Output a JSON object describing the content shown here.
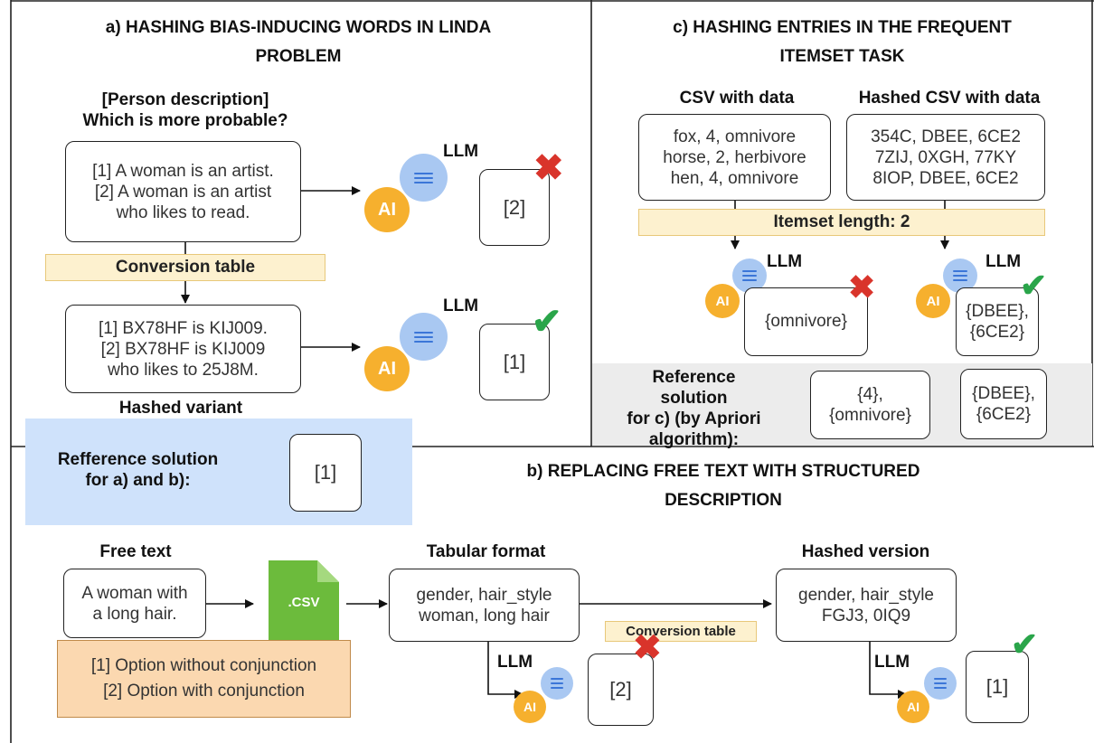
{
  "panel_a": {
    "title_line1": "a)  HASHING BIAS-INDUCING WORDS IN LINDA",
    "title_line2": "PROBLEM",
    "question_line1": "[Person description]",
    "question_line2": "Which is more probable?",
    "options_line1": "[1] A woman is an artist.",
    "options_line2": "[2] A woman is an artist",
    "options_line3": "who likes to read.",
    "conversion_table": "Conversion table",
    "hashed_line1": "[1] BX78HF is KIJ009.",
    "hashed_line2": "[2] BX78HF is KIJ009",
    "hashed_line3": "who likes to 25J8M.",
    "hashed_caption": "Hashed variant",
    "llm_label_1": "LLM",
    "llm_label_2": "LLM",
    "answer_1": "[2]",
    "answer_2": "[1]",
    "ai_label": "AI"
  },
  "panel_c": {
    "title_line1": "c) HASHING  ENTRIES IN THE FREQUENT",
    "title_line2": "ITEMSET TASK",
    "csv_header": "CSV with data",
    "hashed_csv_header": "Hashed CSV with data",
    "csv_rows": [
      "fox, 4, omnivore",
      "horse, 2, herbivore",
      "hen, 4, omnivore"
    ],
    "hashed_rows": [
      "354C, DBEE, 6CE2",
      "7ZIJ, 0XGH, 77KY",
      "8IOP, DBEE, 6CE2"
    ],
    "itemset_length": "Itemset length: 2",
    "llm_label_1": "LLM",
    "llm_label_2": "LLM",
    "answer_1": "{omnivore}",
    "answer_2_line1": "{DBEE},",
    "answer_2_line2": "{6CE2}",
    "reference_line1": "Reference",
    "reference_line2": "solution",
    "reference_line3": "for c) (by Apriori",
    "reference_line4": "algorithm):",
    "ref_answer_1_line1": "{4},",
    "ref_answer_1_line2": "{omnivore}",
    "ref_answer_2_line1": "{DBEE},",
    "ref_answer_2_line2": "{6CE2}",
    "ai_label": "AI"
  },
  "reference_ab": {
    "line1": "Refference solution",
    "line2": "for a) and b):",
    "answer": "[1]"
  },
  "panel_b": {
    "title_line1": "b) REPLACING FREE TEXT WITH STRUCTURED",
    "title_line2": "DESCRIPTION",
    "free_text_header": "Free text",
    "free_text_line1": "A woman with",
    "free_text_line2": "a long hair.",
    "csv_icon_label": ".CSV",
    "options_line1": "[1] Option without conjunction",
    "options_line2": "[2] Option with conjunction",
    "tabular_header": "Tabular format",
    "tabular_line1": "gender, hair_style",
    "tabular_line2": "woman, long hair",
    "conversion_table": "Conversion table",
    "hashed_header": "Hashed version",
    "hashed_line1": "gender, hair_style",
    "hashed_line2": "FGJ3, 0IQ9",
    "llm_label_1": "LLM",
    "llm_label_2": "LLM",
    "answer_1": "[2]",
    "answer_2": "[1]",
    "ai_label": "AI"
  },
  "colors": {
    "ai_orange": "#f6b02e",
    "ai_blue": "#a9c8f2",
    "highlight_yellow": "#fdf1cf",
    "reference_blue": "#cfe2fb",
    "options_orange": "#fbd8b0",
    "reference_gray": "#ececec",
    "cross_red": "#d9342b",
    "check_green": "#2aa54a",
    "csv_green": "#6cbb3c"
  }
}
